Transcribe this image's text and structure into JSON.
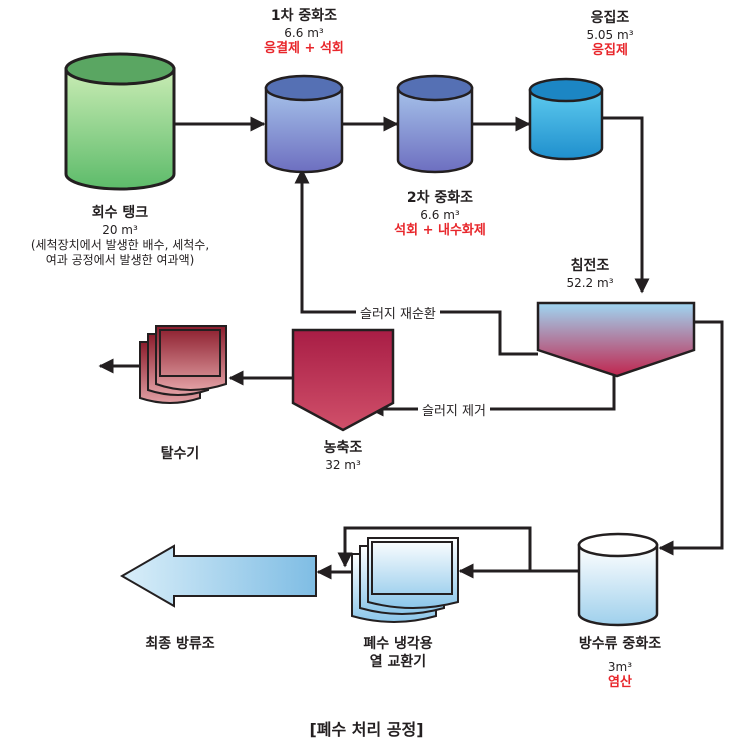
{
  "title": "[폐수 처리 공정]",
  "colors": {
    "accent_red": "#e8262b"
  },
  "nodes": {
    "recovery_tank": {
      "name": "회수 탱크",
      "volume": "20 m³",
      "desc_line1": "(세척장치에서 발생한 배수, 세척수,",
      "desc_line2": "여과 공정에서 발생한 여과액)"
    },
    "neutral1": {
      "name": "1차 중화조",
      "volume": "6.6 m³",
      "chem": "응결제 + 석회"
    },
    "neutral2": {
      "name": "2차 중화조",
      "volume": "6.6 m³",
      "chem": "석회 + 내수화제"
    },
    "coag": {
      "name": "응집조",
      "volume": "5.05 m³",
      "chem": "응집제"
    },
    "settle": {
      "name": "침전조",
      "volume": "52.2 m³"
    },
    "thicken": {
      "name": "농축조",
      "volume": "32 m³"
    },
    "dewater": {
      "name": "탈수기"
    },
    "discharge_neutral": {
      "name": "방수류 중화조",
      "volume": "3m³",
      "chem": "염산"
    },
    "heat_exchanger": {
      "name_line1": "폐수 냉각용",
      "name_line2": "열 교환기"
    },
    "final": {
      "name": "최종 방류조"
    }
  },
  "flows": {
    "sludge_recycle": "슬러지 재순환",
    "sludge_removal": "슬러지 제거"
  }
}
